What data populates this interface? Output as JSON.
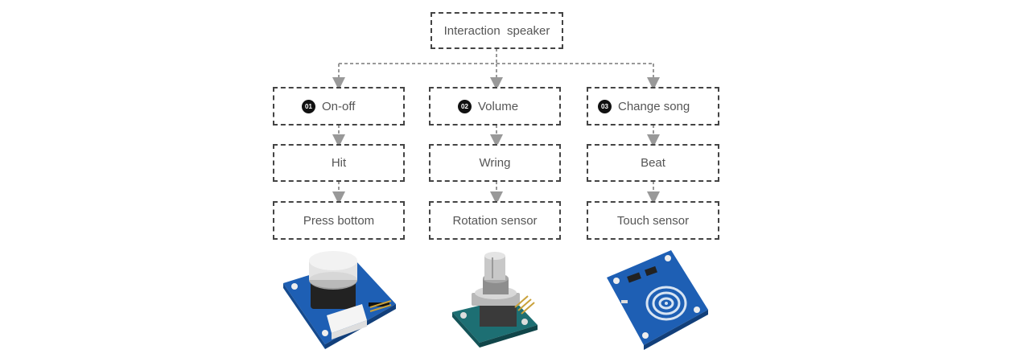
{
  "root": {
    "label": "Interaction  speaker"
  },
  "branches": [
    {
      "badge": "01",
      "function": "On-off",
      "action": "Hit",
      "sensor": "Press bottom",
      "module_icon": "push-button-module-icon"
    },
    {
      "badge": "02",
      "function": "Volume",
      "action": "Wring",
      "sensor": "Rotation sensor",
      "module_icon": "rotary-encoder-module-icon"
    },
    {
      "badge": "03",
      "function": "Change song",
      "action": "Beat",
      "sensor": "Touch sensor",
      "module_icon": "touch-sensor-module-icon"
    }
  ],
  "colors": {
    "border": "#444444",
    "connector": "#999999",
    "pcb": "#1e5fb4",
    "text": "#555555"
  }
}
